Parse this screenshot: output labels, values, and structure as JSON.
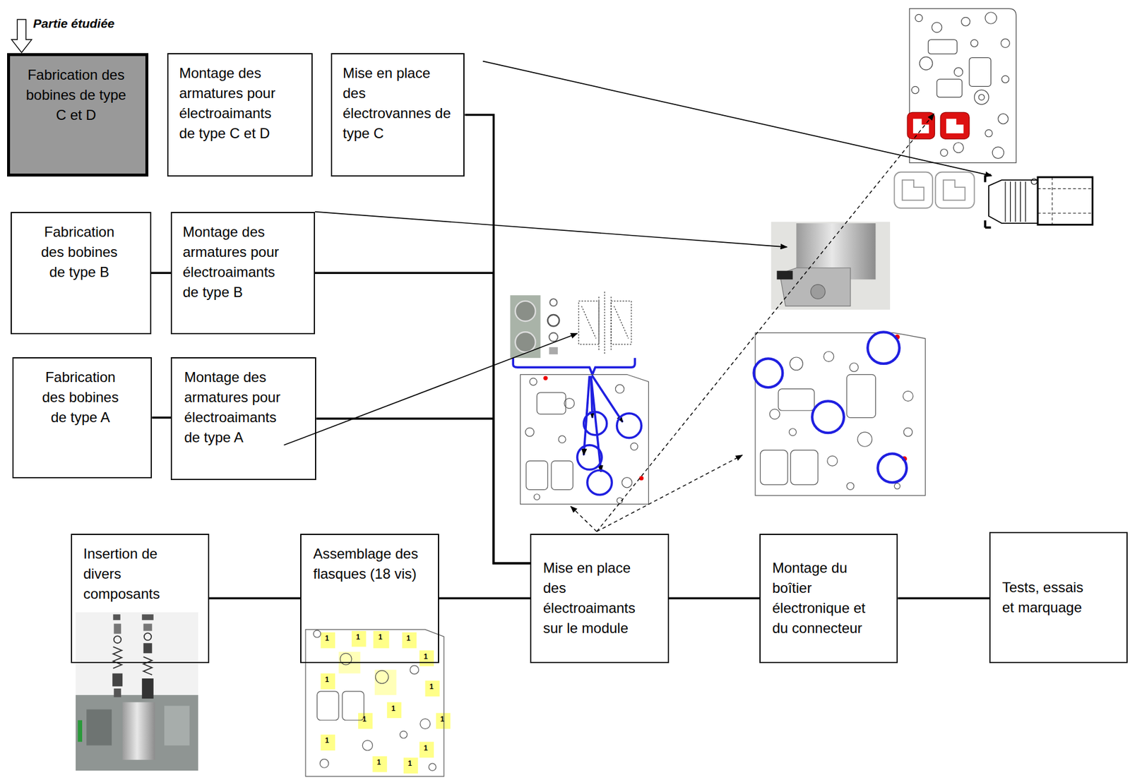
{
  "diagram": {
    "nodes": [
      {
        "text": [
          "Fabrication des bobines de type C et D"
        ]
      },
      {
        "text": [
          "Montage des armatures pour électroaimants de type C et D"
        ]
      },
      {
        "text": [
          "Mise en place des électrovannes de type C"
        ]
      },
      {
        "text": [
          "Fabrication des bobines de type B"
        ]
      },
      {
        "text": [
          "Montage des armatures pour électroaimants de type B"
        ]
      },
      {
        "text": [
          "Fabrication des bobines de type A"
        ]
      },
      {
        "text": [
          "Montage des armatures pour électroaimants de type A"
        ]
      },
      {
        "text": [
          "Insertion de divers composants"
        ]
      },
      {
        "text": [
          "Assemblage des flasques (18 vis)"
        ]
      },
      {
        "text": [
          "Mise en place des électroaimants sur le module"
        ]
      },
      {
        "text": [
          "Montage du boîtier électronique et du connecteur"
        ]
      },
      {
        "text": [
          "Tests, essais et marquage"
        ]
      }
    ],
    "edges": [
      {
        "from": 3,
        "to": 4,
        "arrow": "none"
      },
      {
        "from": 5,
        "to": 6,
        "arrow": "none"
      },
      {
        "from": 2,
        "to": 9,
        "arrow": "none"
      },
      {
        "from": 4,
        "to": 9,
        "arrow": "none"
      },
      {
        "from": 6,
        "to": 9,
        "arrow": "none"
      },
      {
        "from": 7,
        "to": 8,
        "arrow": "none"
      },
      {
        "from": 8,
        "to": 9,
        "arrow": "none"
      },
      {
        "from": 9,
        "to": 10,
        "arrow": "none"
      },
      {
        "from": 10,
        "to": 11,
        "arrow": "none"
      }
    ],
    "labels": [
      "Partie étudiée",
      "1",
      "1",
      "1",
      "1",
      "1",
      "1",
      "1",
      "1",
      "1",
      "1",
      "1",
      "1",
      "1",
      "1"
    ]
  }
}
